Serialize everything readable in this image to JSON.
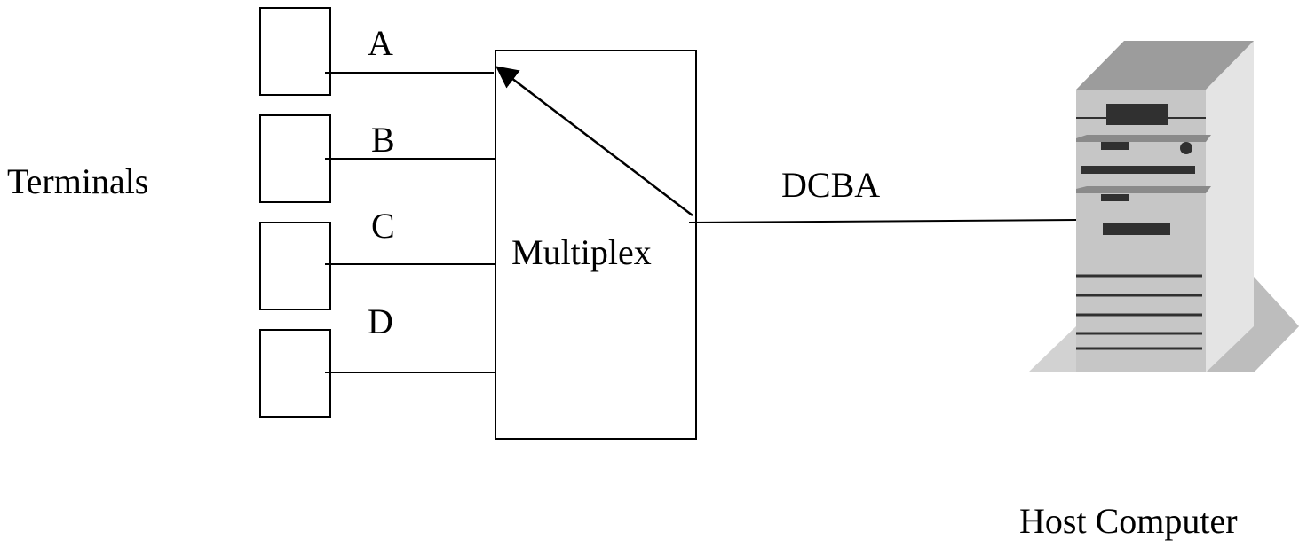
{
  "labels": {
    "terminals": "Terminals",
    "multiplexer": "Multiplex",
    "combined_stream": "DCBA",
    "host": "Host Computer"
  },
  "terminals": [
    {
      "id": "a",
      "label": "A"
    },
    {
      "id": "b",
      "label": "B"
    },
    {
      "id": "c",
      "label": "C"
    },
    {
      "id": "d",
      "label": "D"
    }
  ],
  "colors": {
    "line": "#000000",
    "server_front": "#c4c4c4",
    "server_top": "#9a9a9a",
    "server_side": "#e2e2e2",
    "server_base": "#d0d0d0",
    "server_slot": "#303030"
  }
}
